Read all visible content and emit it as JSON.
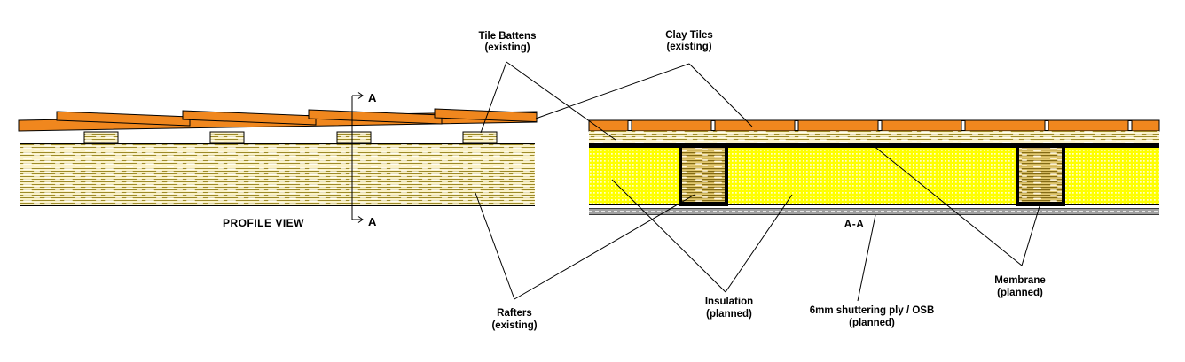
{
  "drawing": {
    "view_titles": {
      "profile": "PROFILE VIEW",
      "section": "A-A"
    },
    "section_marker_label": "A",
    "labels": {
      "tile_battens": {
        "name": "Tile Battens",
        "status": "(existing)"
      },
      "clay_tiles": {
        "name": "Clay Tiles",
        "status": "(existing)"
      },
      "rafters": {
        "name": "Rafters",
        "status": "(existing)"
      },
      "insulation": {
        "name": "Insulation",
        "status": "(planned)"
      },
      "shuttering": {
        "name": "6mm shuttering ply / OSB",
        "status": "(planned)"
      },
      "membrane": {
        "name": "Membrane",
        "status": "(planned)"
      }
    },
    "colors": {
      "tile_orange": "#F0871E",
      "wood_light_bg": "#FBF2C8",
      "wood_line": "#9C8A28",
      "rafter_bg": "#E3C970",
      "insulation_yellow": "#FFFF00",
      "ply_gray": "#A0A0A0",
      "outline": "#000000"
    }
  }
}
